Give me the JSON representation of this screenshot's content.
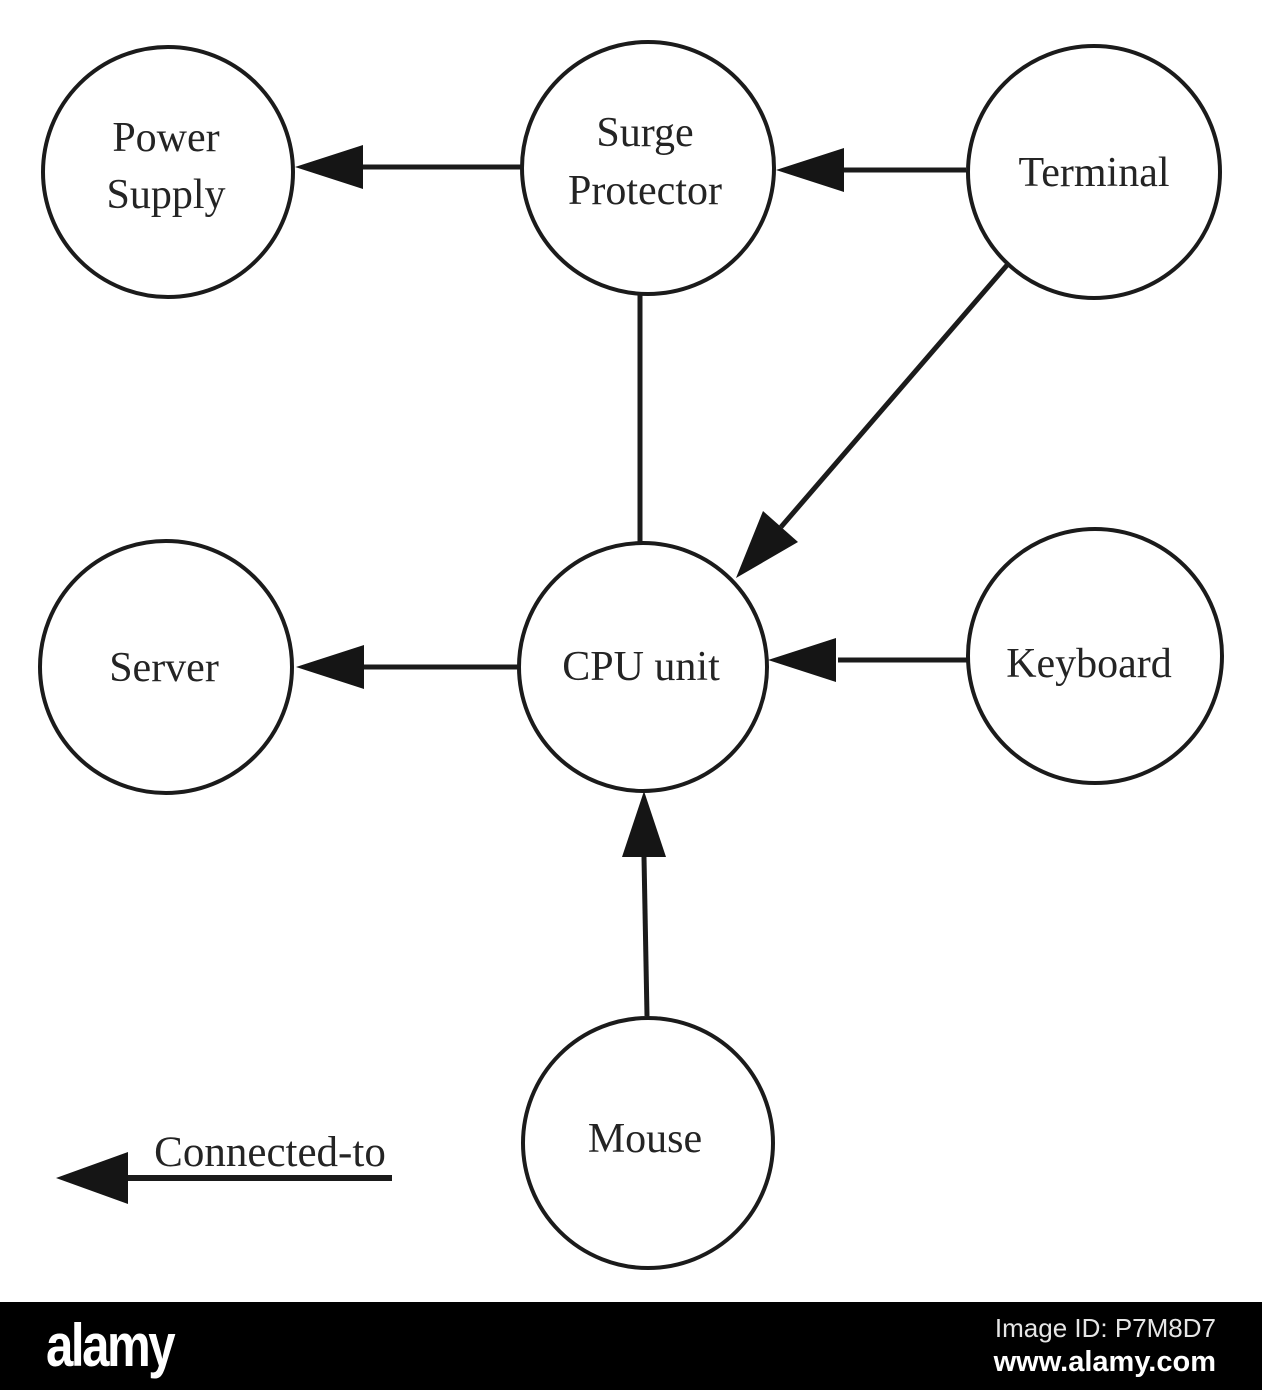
{
  "page": {
    "background_color": "#ffffff",
    "ink_color": "#1b1b1b",
    "watermark_bar_color": "#000000"
  },
  "diagram": {
    "type": "semantic-network",
    "nodes": {
      "power_supply": {
        "line1": "Power",
        "line2": "Supply"
      },
      "surge_protector": {
        "line1": "Surge",
        "line2": "Protector"
      },
      "terminal": {
        "label": "Terminal"
      },
      "server": {
        "label": "Server"
      },
      "cpu": {
        "label": "CPU unit"
      },
      "keyboard": {
        "label": "Keyboard"
      },
      "mouse": {
        "label": "Mouse"
      }
    },
    "edges": [
      {
        "from": "Surge Protector",
        "to": "Power Supply",
        "relation": "Connected-to",
        "directed": true
      },
      {
        "from": "Terminal",
        "to": "Surge Protector",
        "relation": "Connected-to",
        "directed": true
      },
      {
        "from": "Terminal",
        "to": "CPU unit",
        "relation": "Connected-to",
        "directed": true
      },
      {
        "from": "Surge Protector",
        "to": "CPU unit",
        "relation": "Connected-to",
        "directed": false
      },
      {
        "from": "CPU unit",
        "to": "Server",
        "relation": "Connected-to",
        "directed": true
      },
      {
        "from": "Keyboard",
        "to": "CPU unit",
        "relation": "Connected-to",
        "directed": true
      },
      {
        "from": "Mouse",
        "to": "CPU unit",
        "relation": "Connected-to",
        "directed": true
      }
    ],
    "legend": {
      "label": "Connected-to",
      "symbol": "left-arrow"
    }
  },
  "watermark": {
    "brand": "alamy",
    "image_id": "Image ID: P7M8D7",
    "url": "www.alamy.com"
  }
}
